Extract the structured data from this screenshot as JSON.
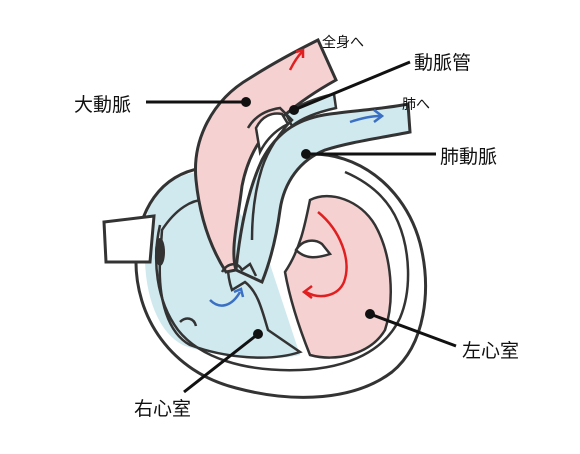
{
  "labels": {
    "aorta": "大動脈",
    "ductus": "動脈管",
    "pulmonary_artery": "肺動脈",
    "left_ventricle": "左心室",
    "right_ventricle": "右心室",
    "to_body": "全身へ",
    "to_lungs": "肺へ"
  },
  "colors": {
    "oxygenated": "#f6d1d2",
    "deoxygenated": "#cfe9ef",
    "outline": "#333333",
    "red_arrow": "#e02020",
    "blue_arrow": "#3a6fc4",
    "leader_line": "#111111"
  }
}
